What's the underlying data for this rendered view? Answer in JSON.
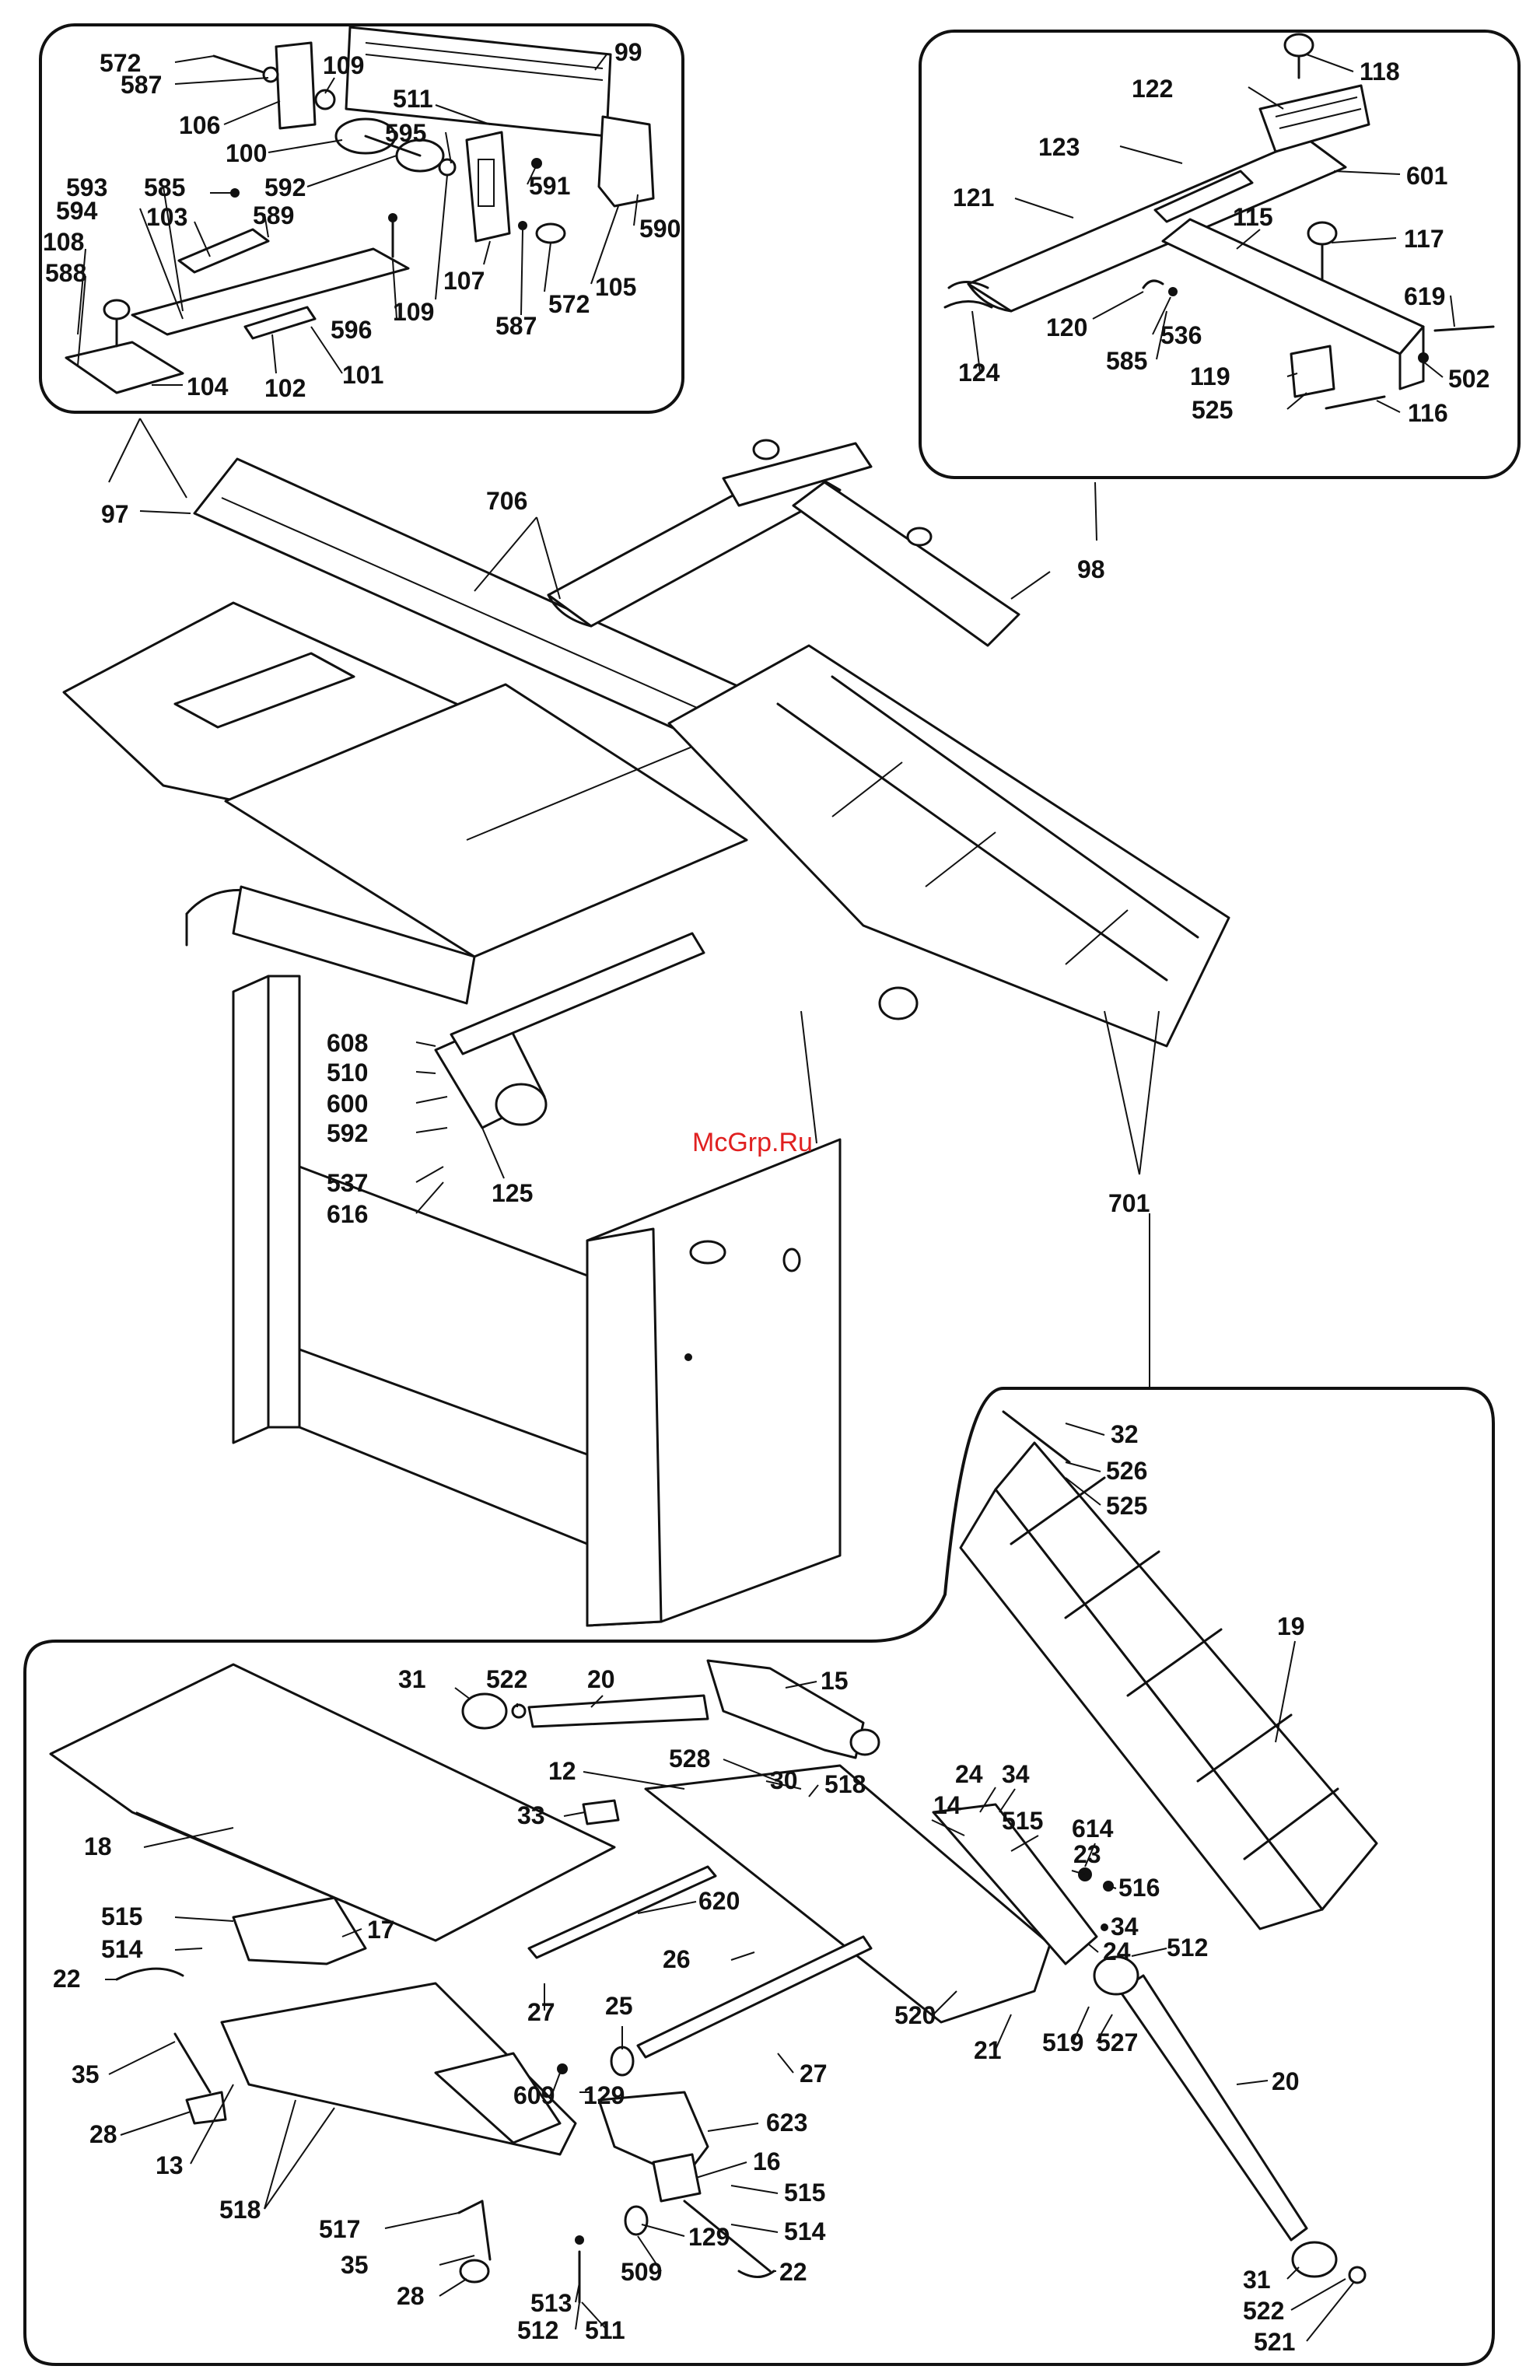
{
  "watermark": "McGrp.Ru",
  "labels": {
    "l572a": "572",
    "l587a": "587",
    "l106": "106",
    "l109a": "109",
    "l99": "99",
    "l100": "100",
    "l511a": "511",
    "l595": "595",
    "l593": "593",
    "l585a": "585",
    "l592a": "592",
    "l591": "591",
    "l594": "594",
    "l103": "103",
    "l589": "589",
    "l108": "108",
    "l588": "588",
    "l590": "590",
    "l107": "107",
    "l105": "105",
    "l572b": "572",
    "l109b": "109",
    "l596": "596",
    "l587b": "587",
    "l101": "101",
    "l102": "102",
    "l104": "104",
    "l97": "97",
    "l118": "118",
    "l122": "122",
    "l123": "123",
    "l601": "601",
    "l121": "121",
    "l115": "115",
    "l117": "117",
    "l619": "619",
    "l120": "120",
    "l536": "536",
    "l585b": "585",
    "l502": "502",
    "l124": "124",
    "l119": "119",
    "l525a": "525",
    "l116": "116",
    "l98": "98",
    "l706": "706",
    "l608": "608",
    "l510": "510",
    "l600": "600",
    "l592b": "592",
    "l537": "537",
    "l616": "616",
    "l125": "125",
    "l701": "701",
    "l32": "32",
    "l526": "526",
    "l525b": "525",
    "l19": "19",
    "l31a": "31",
    "l522a": "522",
    "l20a": "20",
    "l15": "15",
    "l528": "528",
    "l30": "30",
    "l12": "12",
    "l518a": "518",
    "l24a": "24",
    "l34a": "34",
    "l33": "33",
    "l14": "14",
    "l515a": "515",
    "l614": "614",
    "l23": "23",
    "l516": "516",
    "l34b": "34",
    "l24b": "24",
    "l18": "18",
    "l620": "620",
    "l515b": "515",
    "l514a": "514",
    "l26": "26",
    "l512a": "512",
    "l17": "17",
    "l22a": "22",
    "l27a": "27",
    "l25": "25",
    "l520": "520",
    "l21": "21",
    "l519": "519",
    "l527": "527",
    "l20b": "20",
    "l35a": "35",
    "l27b": "27",
    "l609": "609",
    "l129a": "129",
    "l28a": "28",
    "l623": "623",
    "l13": "13",
    "l16": "16",
    "l518b": "518",
    "l515c": "515",
    "l514b": "514",
    "l517": "517",
    "l129b": "129",
    "l35b": "35",
    "l22b": "22",
    "l509": "509",
    "l31b": "31",
    "l28b": "28",
    "l513": "513",
    "l522b": "522",
    "l512b": "512",
    "l511b": "511",
    "l521": "521"
  }
}
